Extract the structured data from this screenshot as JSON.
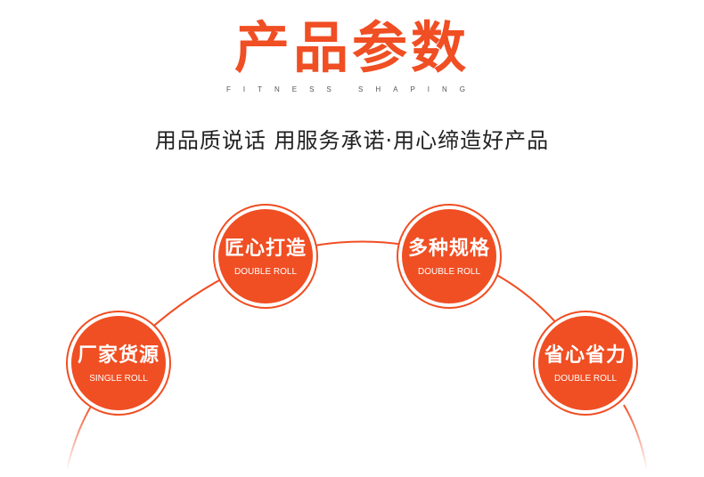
{
  "header": {
    "title": "产品参数",
    "subtitle_en": "FITNESS SHAPING",
    "slogan": "用品质说话 用服务承诺·用心缔造好产品"
  },
  "features": [
    {
      "title": "厂家货源",
      "subtitle": "SINGLE ROLL"
    },
    {
      "title": "匠心打造",
      "subtitle": "DOUBLE ROLL"
    },
    {
      "title": "多种规格",
      "subtitle": "DOUBLE ROLL"
    },
    {
      "title": "省心省力",
      "subtitle": "DOUBLE ROLL"
    }
  ],
  "colors": {
    "accent": "#f04e23"
  }
}
